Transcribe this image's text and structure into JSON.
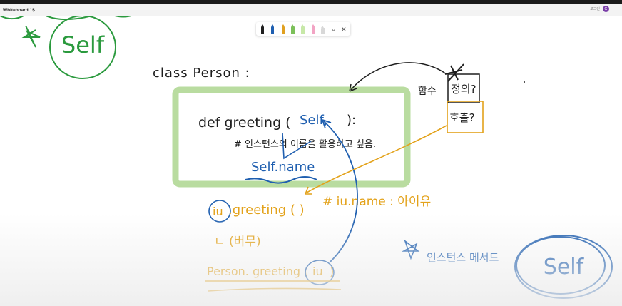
{
  "window": {
    "app_title": "Whiteboard 1$",
    "signin_label": "로그인",
    "avatar_initial": "G"
  },
  "toolbar": {
    "tools": [
      {
        "name": "black-pen",
        "color": "#1f1f1f"
      },
      {
        "name": "blue-pen",
        "color": "#1f5fb0"
      },
      {
        "name": "orange-pen",
        "color": "#e0a020"
      },
      {
        "name": "green-highlighter",
        "color": "#7cc05a"
      },
      {
        "name": "light-green-highlighter",
        "color": "#c7e8a8"
      },
      {
        "name": "pink-highlighter",
        "color": "#f2a4c4"
      },
      {
        "name": "eraser",
        "color": "#d8d8d8"
      }
    ],
    "lasso_symbol": "⌕",
    "close_symbol": "✕"
  },
  "colors": {
    "ink_black": "#1e1e1e",
    "ink_blue": "#1f5fb0",
    "ink_orange": "#e3a21a",
    "ink_green": "#2b9a3e",
    "highlight_green": "#b9dca0"
  },
  "board": {
    "top_left_self": "Self",
    "class_line": "class Person :",
    "def_line": "def greeting (",
    "def_self": "Self,",
    "def_end": "):",
    "comment_line": "# 인스턴스의 이름을 활용하고 싶음.",
    "self_name": "Self.name",
    "call_obj": "iu",
    "call_method": ".greeting ( )",
    "call_comment": "# iu.name : 아이유",
    "result_line": "ㄴ (버무)",
    "person_call": "Person. greeting (",
    "person_arg": "iu",
    "person_end": ")",
    "side_func": "함수",
    "side_define": "정의?",
    "side_call": "호출?",
    "bottom_note": "인스턴스 메서드",
    "bottom_self": "Self"
  }
}
